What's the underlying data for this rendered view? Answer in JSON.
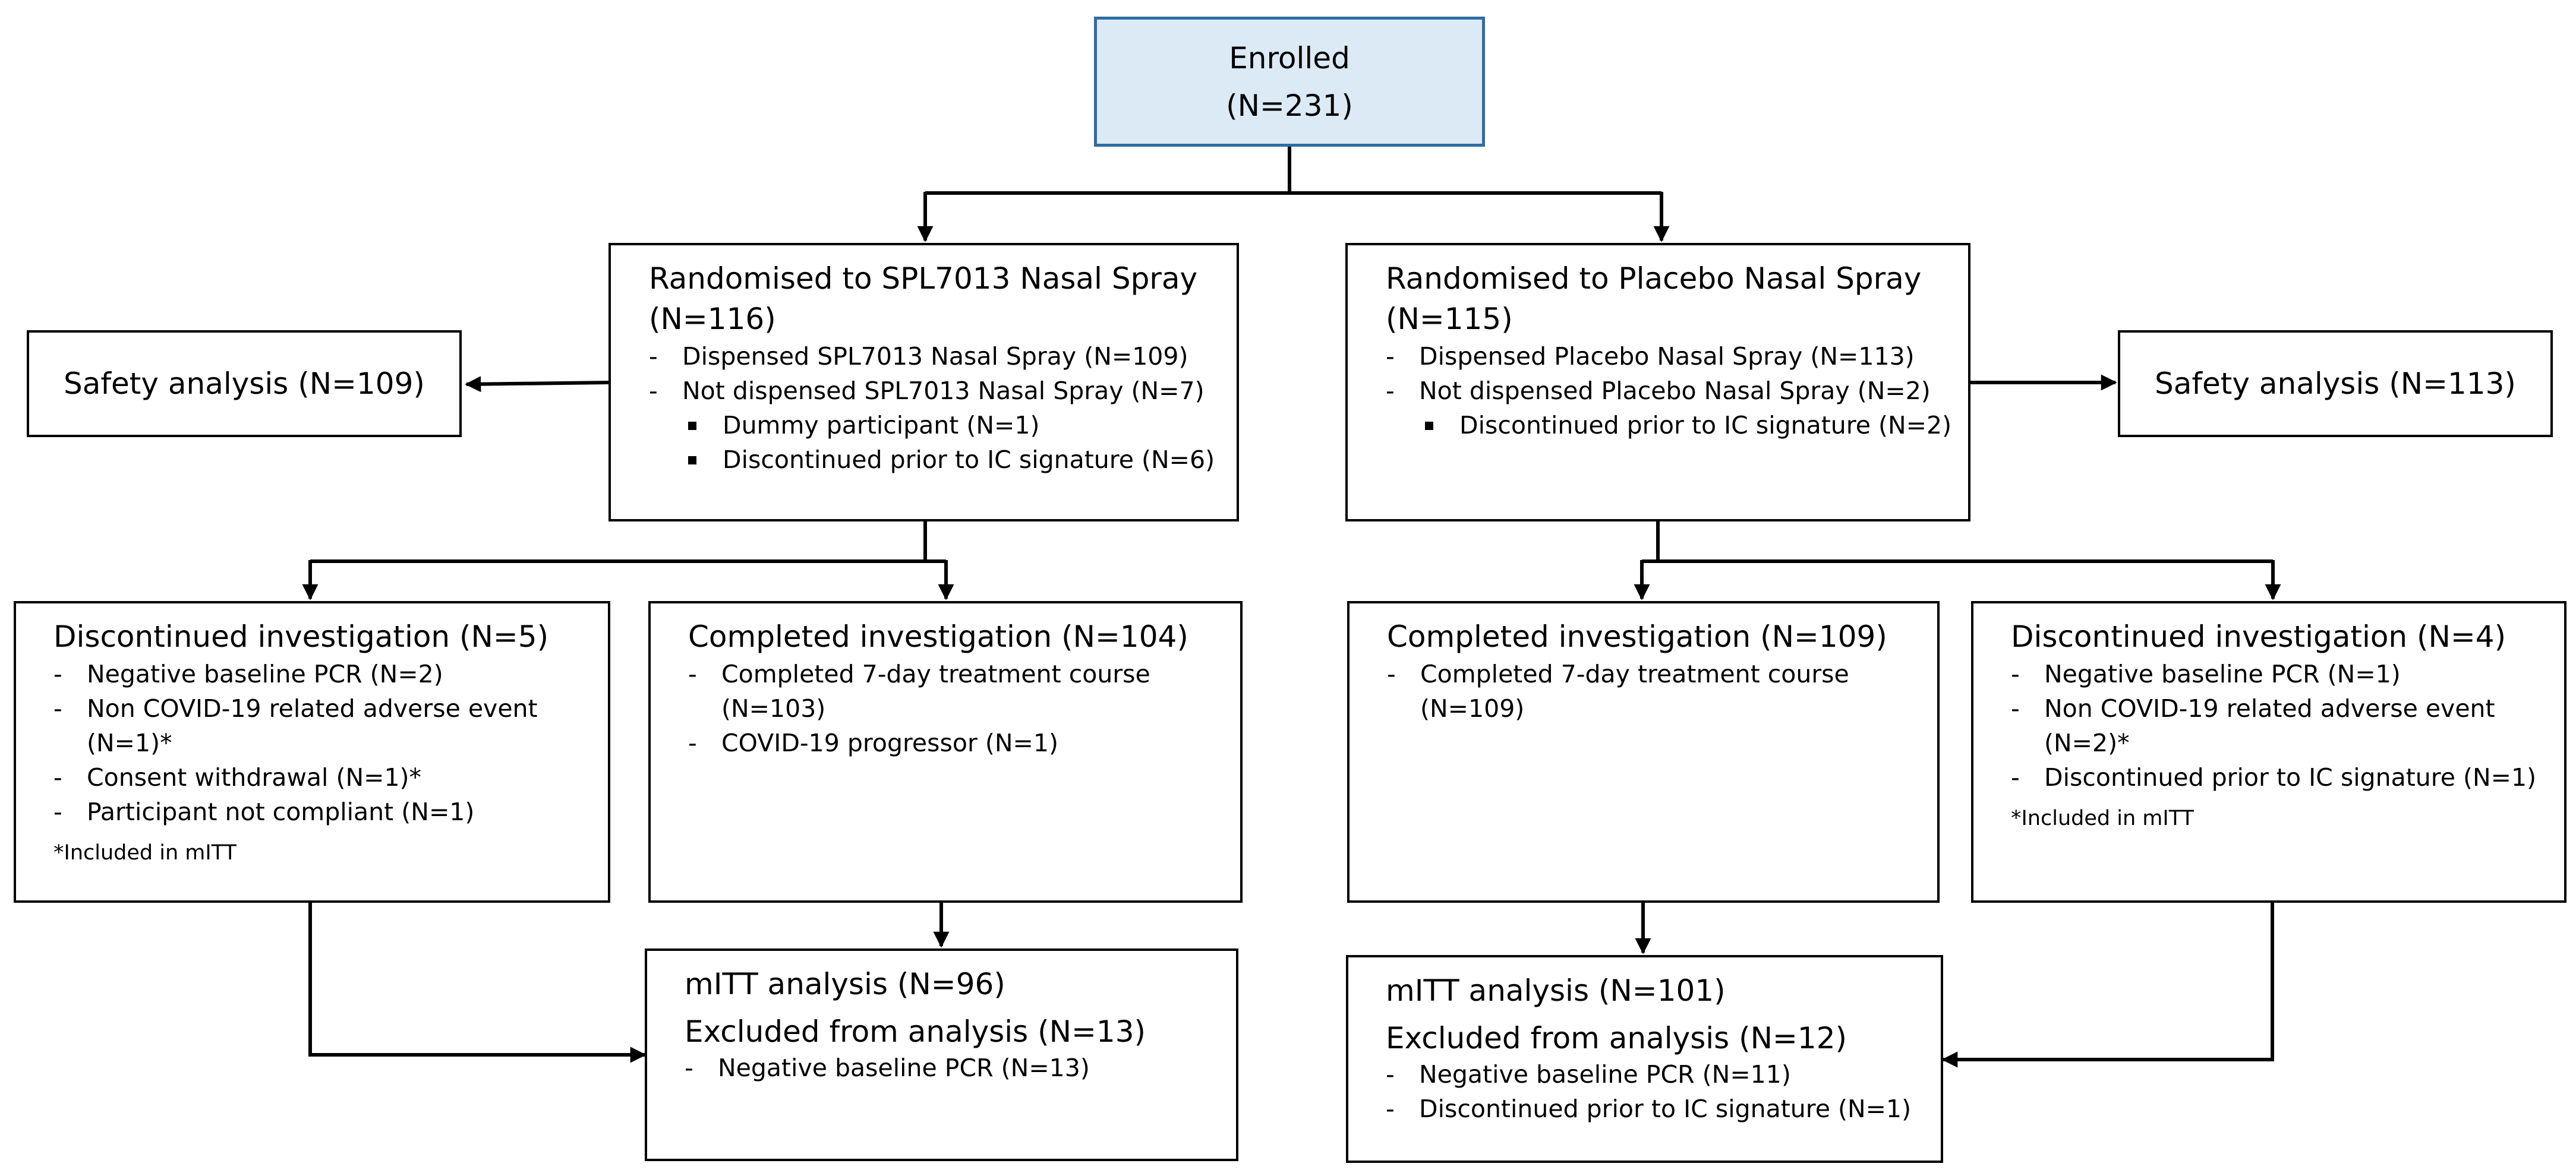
{
  "enrolled": {
    "title": "Enrolled",
    "n": "(N=231)"
  },
  "spl_arm": {
    "title": "Randomised to SPL7013 Nasal Spray",
    "n": "(N=116)",
    "items": [
      "Dispensed SPL7013 Nasal Spray (N=109)",
      "Not dispensed SPL7013 Nasal Spray (N=7)"
    ],
    "subitems": [
      "Dummy participant (N=1)",
      "Discontinued prior to IC signature (N=6)"
    ]
  },
  "placebo_arm": {
    "title": "Randomised to Placebo Nasal Spray",
    "n": "(N=115)",
    "items": [
      "Dispensed Placebo Nasal Spray (N=113)",
      "Not dispensed Placebo Nasal Spray (N=2)"
    ],
    "subitems": [
      "Discontinued prior to IC signature (N=2)"
    ]
  },
  "safety_left": {
    "label": "Safety analysis (N=109)"
  },
  "safety_right": {
    "label": "Safety analysis (N=113)"
  },
  "disc_left": {
    "title": "Discontinued investigation (N=5)",
    "items": [
      "Negative baseline PCR (N=2)",
      "Non COVID-19 related adverse event",
      "Consent withdrawal (N=1)*",
      "Participant not compliant (N=1)"
    ],
    "item_continuation": "(N=1)*",
    "footnote": "*Included in mITT"
  },
  "completed_left": {
    "title": "Completed investigation (N=104)",
    "items": [
      "Completed 7-day treatment course",
      "COVID-19 progressor (N=1)"
    ],
    "item_continuation": "(N=103)"
  },
  "completed_right": {
    "title": "Completed investigation (N=109)",
    "items": [
      "Completed 7-day treatment course"
    ],
    "item_continuation": "(N=109)"
  },
  "disc_right": {
    "title": "Discontinued investigation (N=4)",
    "items": [
      "Negative baseline PCR (N=1)",
      "Non COVID-19 related adverse event",
      "Discontinued prior to IC signature (N=1)"
    ],
    "item_continuation": "(N=2)*",
    "footnote": "*Included in mITT"
  },
  "mitt_left": {
    "title": "mITT analysis (N=96)",
    "excluded": "Excluded from analysis (N=13)",
    "items": [
      "Negative baseline PCR (N=13)"
    ]
  },
  "mitt_right": {
    "title": "mITT analysis (N=101)",
    "excluded": "Excluded from analysis (N=12)",
    "items": [
      "Negative baseline PCR (N=11)",
      "Discontinued prior to IC signature (N=1)"
    ]
  },
  "colors": {
    "enrolled_fill": "#dbeaf5",
    "enrolled_border": "#2e6da4",
    "line": "#000000"
  }
}
